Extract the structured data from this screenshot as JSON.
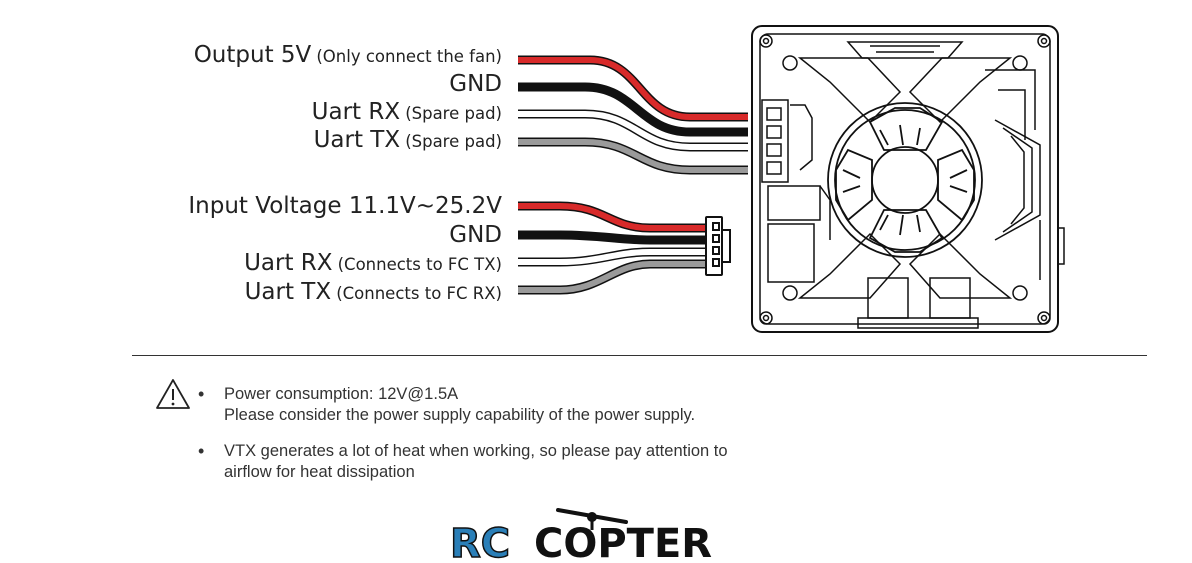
{
  "output_group": [
    {
      "main": "Output 5V",
      "note": "(Only connect the fan)",
      "color": "#d82a2a"
    },
    {
      "main": "GND",
      "note": "",
      "color": "#111111"
    },
    {
      "main": "Uart RX",
      "note": "(Spare pad)",
      "color": "#ffffff"
    },
    {
      "main": "Uart TX",
      "note": "(Spare pad)",
      "color": "#9a9a9a"
    }
  ],
  "input_group": [
    {
      "main": "Input Voltage 11.1V~25.2V",
      "note": "",
      "color": "#d82a2a"
    },
    {
      "main": "GND",
      "note": "",
      "color": "#111111"
    },
    {
      "main": "Uart RX",
      "note": "(Connects to FC TX)",
      "color": "#ffffff"
    },
    {
      "main": "Uart TX",
      "note": "(Connects to FC RX)",
      "color": "#9a9a9a"
    }
  ],
  "notes": {
    "note1_line1": "Power consumption: 12V@1.5A",
    "note1_line2": "Please consider the power supply capability of the power supply.",
    "note2_line1": "VTX generates a lot of heat when working, so please pay attention to",
    "note2_line2": "airflow for heat dissipation",
    "bullet": "•"
  },
  "logo": {
    "part1": "RC",
    "part2": "COPTER",
    "color1": "#2a7fb8",
    "color2": "#111111"
  }
}
